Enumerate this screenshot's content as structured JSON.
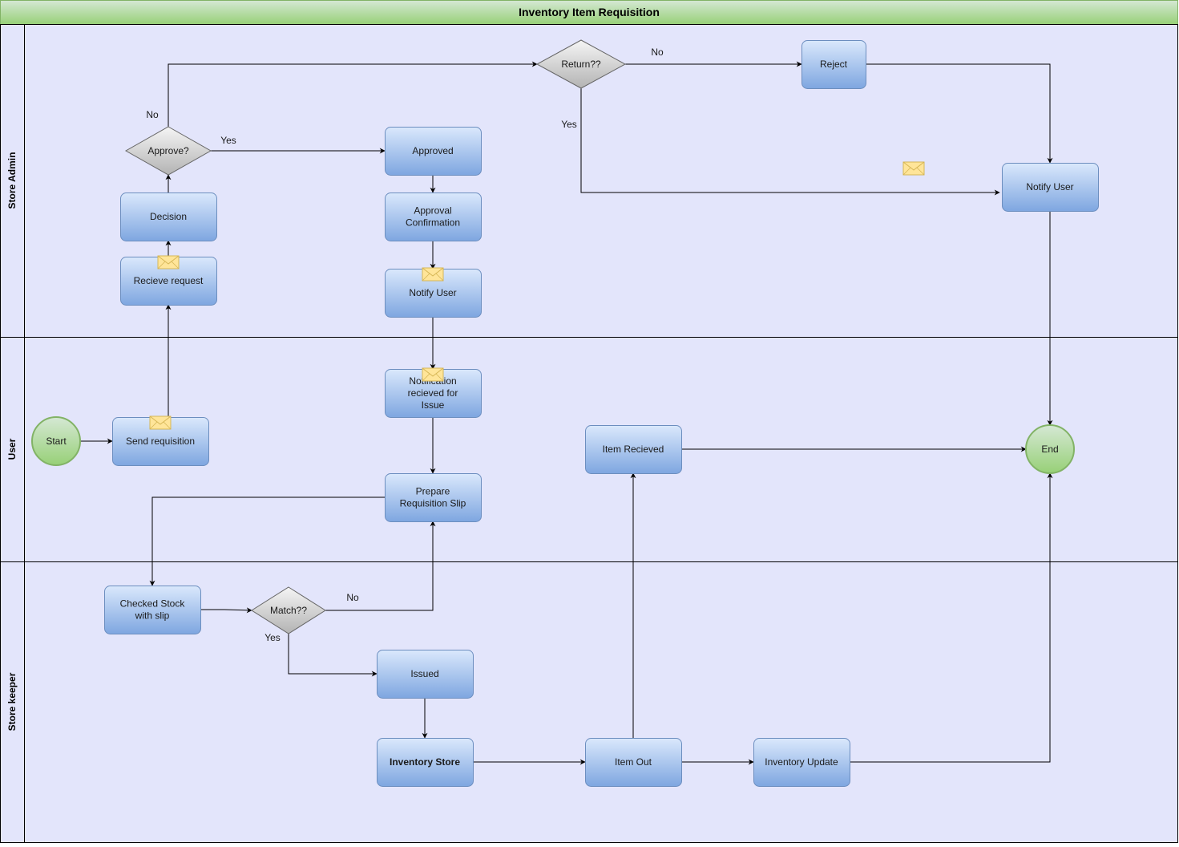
{
  "title": "Inventory Item Requisition",
  "colors": {
    "title_fill_top": "#d5e8d4",
    "title_fill_bottom": "#97d077",
    "title_stroke": "#82b366",
    "lane_fill": "#e3e5fb",
    "process_top": "#dae8fc",
    "process_bottom": "#7ea6e0",
    "process_stroke": "#6c8ebf",
    "decision_top": "#f5f5f5",
    "decision_bottom": "#b3b3b3",
    "decision_stroke": "#666666",
    "terminal_top": "#d5e8d4",
    "terminal_bottom": "#97d077",
    "terminal_stroke": "#82b366",
    "envelope_fill": "#ffe599",
    "envelope_stroke": "#d6b656"
  },
  "lanes": [
    {
      "id": "store-admin",
      "label": "Store Admin"
    },
    {
      "id": "user",
      "label": "User"
    },
    {
      "id": "store-keeper",
      "label": "Store keeper"
    }
  ],
  "nodes": [
    {
      "id": "start",
      "label": "Start",
      "shape": "terminal",
      "lane": "user"
    },
    {
      "id": "send-requisition",
      "label": "Send requisition",
      "shape": "process",
      "lane": "user",
      "envelope": true
    },
    {
      "id": "recieve-request",
      "label": "Recieve request",
      "shape": "process",
      "lane": "store-admin",
      "envelope": true
    },
    {
      "id": "decision",
      "label": "Decision",
      "shape": "process",
      "lane": "store-admin"
    },
    {
      "id": "approve",
      "label": "Approve?",
      "shape": "decision",
      "lane": "store-admin"
    },
    {
      "id": "approved",
      "label": "Approved",
      "shape": "process",
      "lane": "store-admin"
    },
    {
      "id": "approval-confirmation",
      "label": "Approval Confirmation",
      "shape": "process",
      "lane": "store-admin"
    },
    {
      "id": "notify-user-admin",
      "label": "Notify User",
      "shape": "process",
      "lane": "store-admin",
      "envelope": true
    },
    {
      "id": "return",
      "label": "Return??",
      "shape": "decision",
      "lane": "store-admin"
    },
    {
      "id": "reject",
      "label": "Reject",
      "shape": "process",
      "lane": "store-admin"
    },
    {
      "id": "notify-user-right",
      "label": "Notify User",
      "shape": "process",
      "lane": "store-admin"
    },
    {
      "id": "notification-recieved",
      "label": "Notification recieved for Issue",
      "shape": "process",
      "lane": "user",
      "envelope": true
    },
    {
      "id": "prepare-slip",
      "label": "Prepare Requisition Slip",
      "shape": "process",
      "lane": "user"
    },
    {
      "id": "item-recieved",
      "label": "Item Recieved",
      "shape": "process",
      "lane": "user"
    },
    {
      "id": "end",
      "label": "End",
      "shape": "terminal",
      "lane": "user"
    },
    {
      "id": "checked-stock",
      "label": "Checked Stock with slip",
      "shape": "process",
      "lane": "store-keeper"
    },
    {
      "id": "match",
      "label": "Match??",
      "shape": "decision",
      "lane": "store-keeper"
    },
    {
      "id": "issued",
      "label": "Issued",
      "shape": "process",
      "lane": "store-keeper"
    },
    {
      "id": "inventory-store",
      "label": "Inventory Store",
      "shape": "process",
      "lane": "store-keeper",
      "bold": true
    },
    {
      "id": "item-out",
      "label": "Item Out",
      "shape": "process",
      "lane": "store-keeper"
    },
    {
      "id": "inventory-update",
      "label": "Inventory Update",
      "shape": "process",
      "lane": "store-keeper"
    }
  ],
  "free_icons": [
    {
      "id": "envelope-notify-right",
      "icon": "envelope-icon"
    }
  ],
  "edges": [
    {
      "from": "start",
      "to": "send-requisition",
      "label": ""
    },
    {
      "from": "send-requisition",
      "to": "recieve-request",
      "label": ""
    },
    {
      "from": "recieve-request",
      "to": "decision",
      "label": ""
    },
    {
      "from": "decision",
      "to": "approve",
      "label": ""
    },
    {
      "from": "approve",
      "to": "approved",
      "label": "Yes"
    },
    {
      "from": "approve",
      "to": "return",
      "label": "No"
    },
    {
      "from": "return",
      "to": "reject",
      "label": "No"
    },
    {
      "from": "return",
      "to": "notify-user-right",
      "label": "Yes"
    },
    {
      "from": "reject",
      "to": "notify-user-right",
      "label": ""
    },
    {
      "from": "notify-user-right",
      "to": "end",
      "label": ""
    },
    {
      "from": "approved",
      "to": "approval-confirmation",
      "label": ""
    },
    {
      "from": "approval-confirmation",
      "to": "notify-user-admin",
      "label": ""
    },
    {
      "from": "notify-user-admin",
      "to": "notification-recieved",
      "label": ""
    },
    {
      "from": "notification-recieved",
      "to": "prepare-slip",
      "label": ""
    },
    {
      "from": "prepare-slip",
      "to": "checked-stock",
      "label": ""
    },
    {
      "from": "checked-stock",
      "to": "match",
      "label": ""
    },
    {
      "from": "match",
      "to": "prepare-slip",
      "label": "No"
    },
    {
      "from": "match",
      "to": "issued",
      "label": "Yes"
    },
    {
      "from": "issued",
      "to": "inventory-store",
      "label": ""
    },
    {
      "from": "inventory-store",
      "to": "item-out",
      "label": ""
    },
    {
      "from": "item-out",
      "to": "item-recieved",
      "label": ""
    },
    {
      "from": "item-out",
      "to": "inventory-update",
      "label": ""
    },
    {
      "from": "inventory-update",
      "to": "end",
      "label": ""
    },
    {
      "from": "item-recieved",
      "to": "end",
      "label": ""
    }
  ]
}
